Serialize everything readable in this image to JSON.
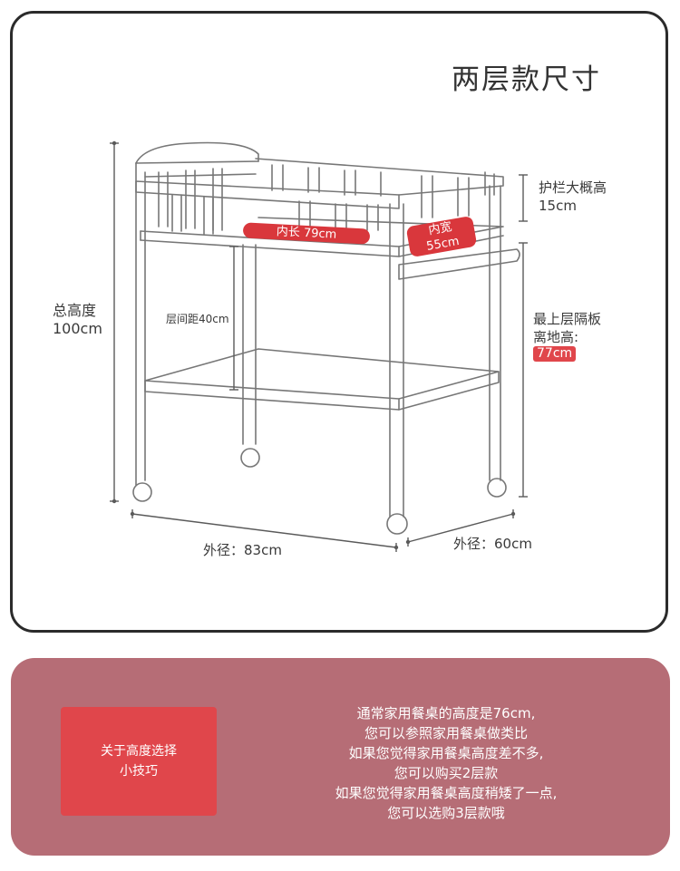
{
  "title": "两层款尺寸",
  "labels": {
    "guardrail_line1": "护栏大概高",
    "guardrail_line2": "15cm",
    "total_height_line1": "总高度",
    "total_height_line2": "100cm",
    "layer_gap": "层间距40cm",
    "top_layer_line1": "最上层隔板",
    "top_layer_line2": "离地高:",
    "top_layer_value": "77cm",
    "inner_length": "内长 79cm",
    "inner_width": "内宽 55cm",
    "outer_length": "外径：83cm",
    "outer_width": "外径：60cm"
  },
  "tips": {
    "box_line1": "关于高度选择",
    "box_line2": "小技巧",
    "lines": [
      "通常家用餐桌的高度是76cm,",
      "您可以参照家用餐桌做类比",
      "如果您觉得家用餐桌高度差不多,",
      "您可以购买2层款",
      "如果您觉得家用餐桌高度稍矮了一点,",
      "您可以选购3层款哦"
    ]
  },
  "colors": {
    "frame": "#2b2b2b",
    "line": "#6b6b6b",
    "accent_red": "#e0464b",
    "tips_background": "#b66d76"
  }
}
